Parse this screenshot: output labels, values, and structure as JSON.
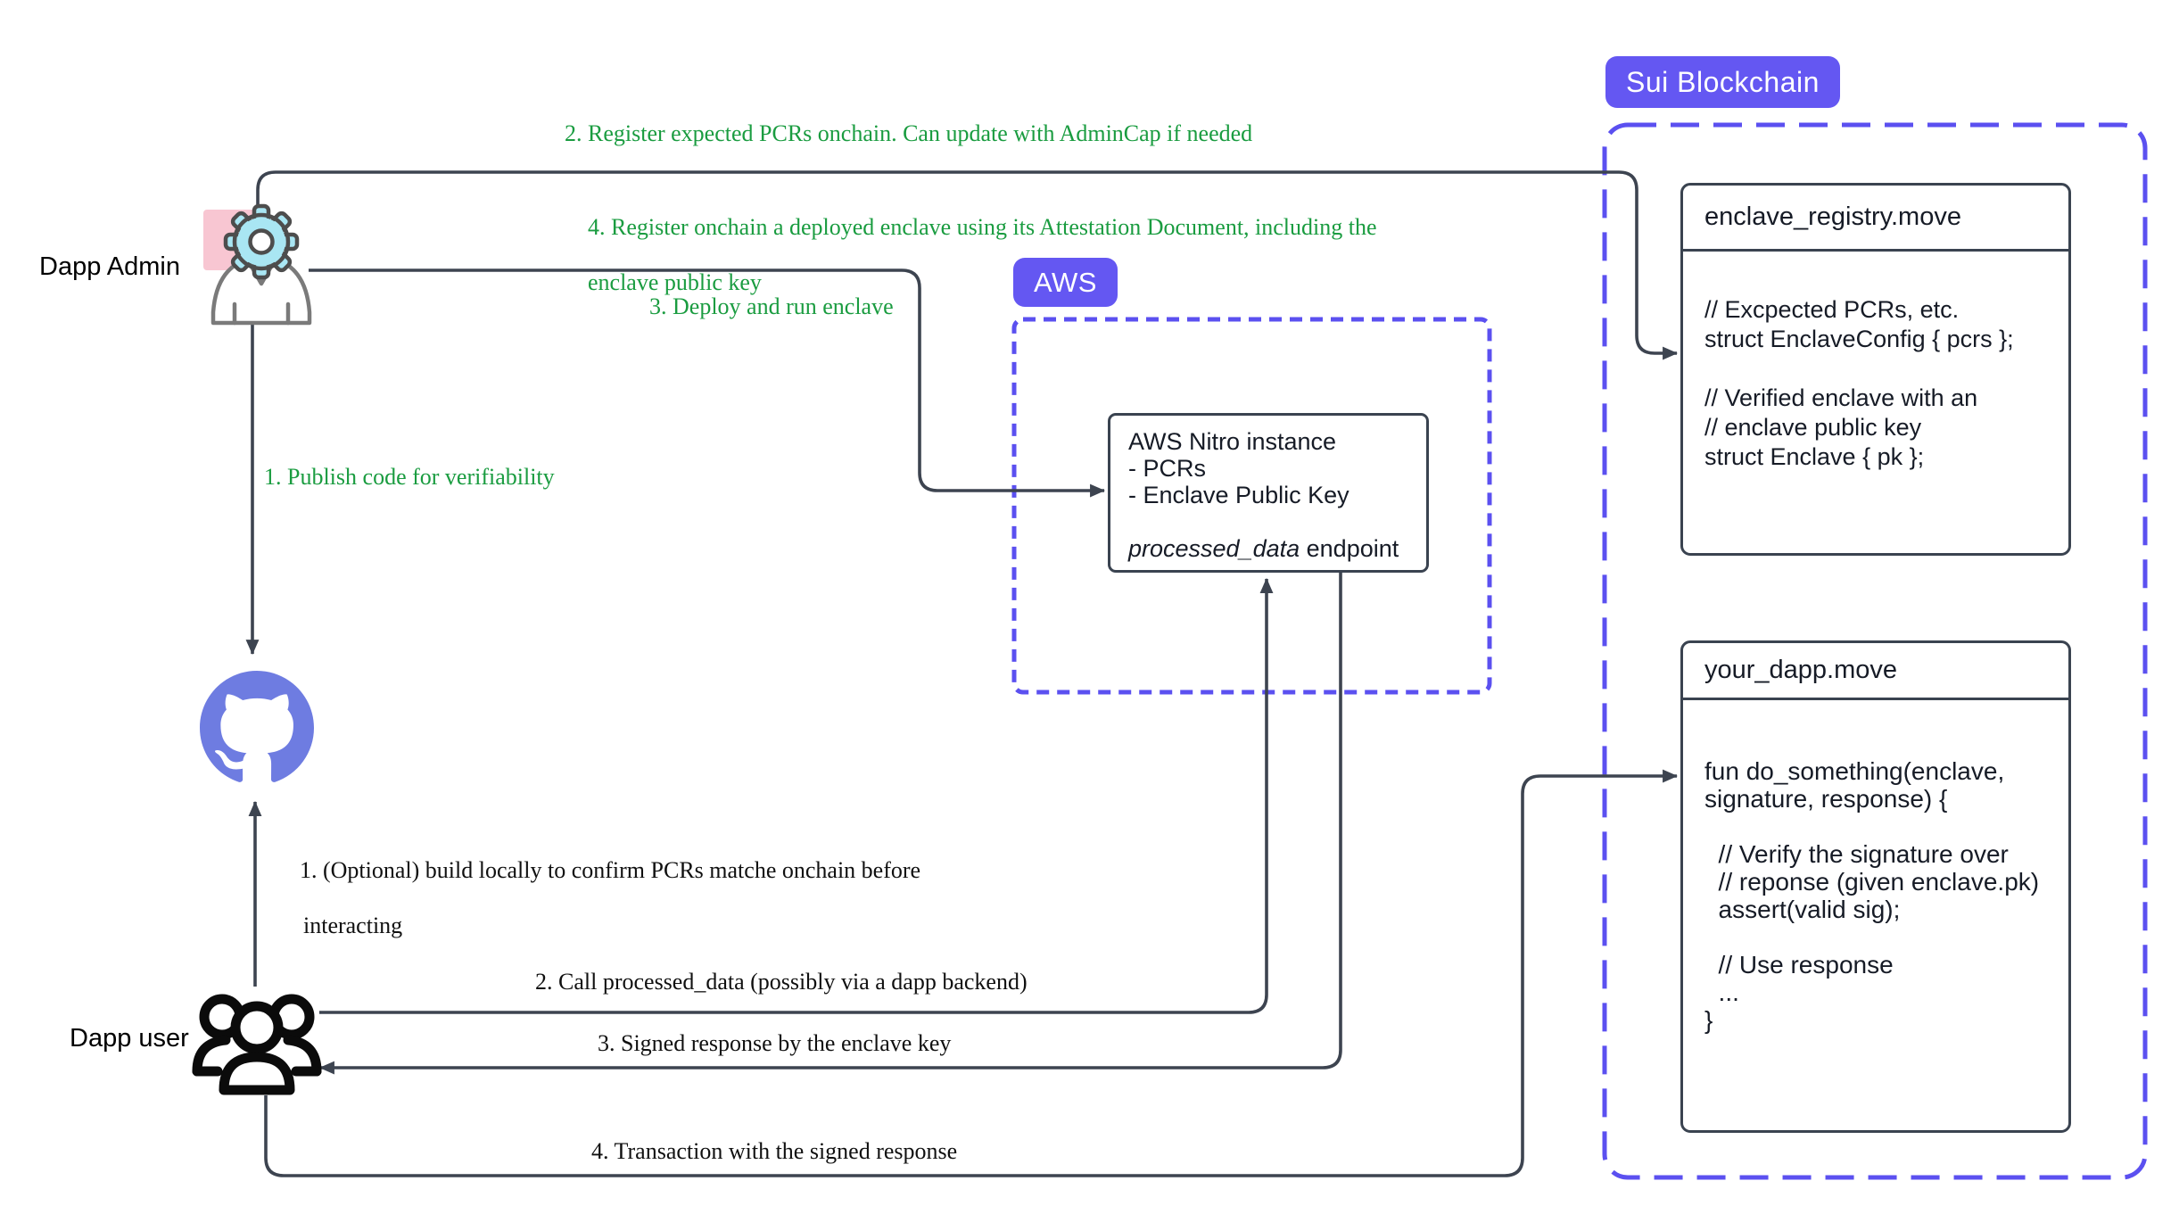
{
  "diagram": {
    "actors": {
      "admin_label": "Dapp Admin",
      "user_label": "Dapp user"
    },
    "admin_flows": {
      "publish": "1. Publish code for verifiability",
      "register_pcrs": "2. Register expected PCRs onchain. Can update with AdminCap if needed",
      "deploy": "3. Deploy and run enclave",
      "register_enclave_line1": "4. Register onchain a deployed enclave using its Attestation Document, including the",
      "register_enclave_line2": "enclave public key"
    },
    "user_flows": {
      "build_line1": "1. (Optional) build locally to confirm PCRs matche onchain before",
      "build_line2": "interacting",
      "call": "2. Call processed_data (possibly via a dapp backend)",
      "signed": "3. Signed response by the enclave key",
      "transaction": "4. Transaction with the signed response"
    },
    "aws": {
      "badge": "AWS",
      "nitro": {
        "line1": "AWS Nitro instance",
        "line2": "- PCRs",
        "line3": "- Enclave Public Key",
        "line4": "",
        "endpoint_italic": "processed_data",
        "endpoint_rest": " endpoint"
      }
    },
    "sui": {
      "badge": "Sui Blockchain",
      "registry": {
        "title": "enclave_registry.move",
        "lines": [
          "// Excpected PCRs, etc.",
          "struct EnclaveConfig { pcrs };",
          "",
          "// Verified enclave with an",
          "// enclave public key",
          "struct Enclave { pk };"
        ]
      },
      "dapp": {
        "title": "your_dapp.move",
        "lines": [
          "fun do_something(enclave,",
          "signature, response) {",
          "",
          "  // Verify the signature over",
          "  // reponse (given enclave.pk)",
          "  assert(valid sig);",
          "",
          "  // Use response",
          "  ...",
          "}"
        ]
      }
    },
    "colors": {
      "badge_purple": "#6457f2",
      "dash_purple": "#5b50f0",
      "github_purple": "#6e7ce1",
      "green_label": "#1a9c40",
      "connector": "#3d4450",
      "gear_fill": "#a9e6f3",
      "gear_outline": "#4d4d4d",
      "pink": "#f8c6d2"
    }
  }
}
